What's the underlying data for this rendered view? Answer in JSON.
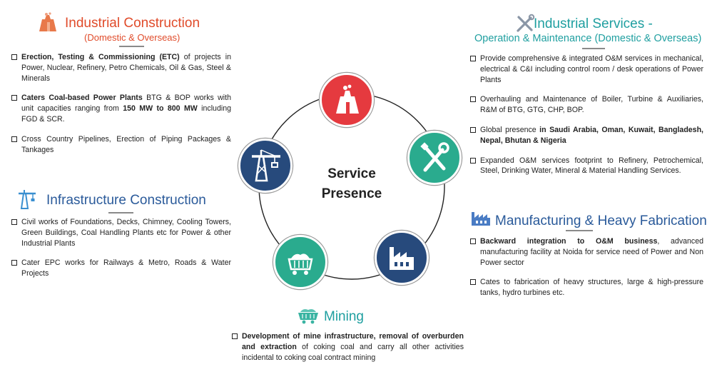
{
  "colors": {
    "orange": "#e04b2a",
    "teal": "#1f9fa0",
    "blue": "#2a5a9a",
    "red": "#e53a3f",
    "green": "#2aab8e",
    "navy": "#274a7c",
    "underline": "#8a8a8a"
  },
  "center": {
    "line1": "Service",
    "line2": "Presence"
  },
  "nodes": [
    {
      "icon": "power-plant-icon",
      "color": "#e53a3f"
    },
    {
      "icon": "tools-icon",
      "color": "#2aab8e"
    },
    {
      "icon": "factory-icon",
      "color": "#274a7c"
    },
    {
      "icon": "mine-cart-icon",
      "color": "#2aab8e"
    },
    {
      "icon": "crane-icon",
      "color": "#274a7c"
    }
  ],
  "industrial_construction": {
    "icon": "power-plant-icon",
    "title": "Industrial Construction",
    "subtitle": "(Domestic & Overseas)",
    "bullets": [
      [
        {
          "t": "Erection, Testing & Commissioning (ETC)",
          "b": true
        },
        {
          "t": " of projects in Power, Nuclear, Refinery, Petro Chemicals, Oil & Gas, Steel & Minerals"
        }
      ],
      [
        {
          "t": "Caters Coal-based Power Plants",
          "b": true
        },
        {
          "t": " BTG & BOP works with unit capacities ranging from "
        },
        {
          "t": "150 MW to 800 MW",
          "b": true
        },
        {
          "t": " including FGD & SCR."
        }
      ],
      [
        {
          "t": "Cross Country Pipelines, Erection of Piping Packages & Tankages"
        }
      ]
    ]
  },
  "infrastructure_construction": {
    "icon": "crane-icon",
    "title": "Infrastructure Construction",
    "bullets": [
      [
        {
          "t": "Civil works of Foundations, Decks, Chimney, Cooling Towers, Green Buildings, Coal Handling Plants etc for Power & other Industrial Plants"
        }
      ],
      [
        {
          "t": "Cater EPC works for Railways & Metro, Roads & Water Projects"
        }
      ]
    ]
  },
  "industrial_services": {
    "icon": "tools-icon",
    "title": "Industrial Services -",
    "subtitle": "Operation & Maintenance (Domestic & Overseas)",
    "bullets": [
      [
        {
          "t": "Provide comprehensive & integrated O&M services in mechanical, electrical & C&I including control room / desk operations of Power Plants"
        }
      ],
      [
        {
          "t": "Overhauling and Maintenance of Boiler, Turbine & Auxiliaries, R&M of BTG, GTG, CHP, BOP."
        }
      ],
      [
        {
          "t": "Global presence "
        },
        {
          "t": "in Saudi Arabia, Oman, Kuwait, Bangladesh, Nepal, Bhutan & Nigeria",
          "b": true
        }
      ],
      [
        {
          "t": "Expanded O&M services footprint to Refinery, Petrochemical, Steel, Drinking Water, Mineral & Material Handling Services."
        }
      ]
    ]
  },
  "manufacturing": {
    "icon": "factory-icon",
    "title": "Manufacturing &  Heavy Fabrication",
    "bullets": [
      [
        {
          "t": "Backward integration to O&M business",
          "b": true
        },
        {
          "t": ", advanced manufacturing facility at Noida for service need of Power and Non Power sector"
        }
      ],
      [
        {
          "t": "Cates to fabrication of heavy structures, large & high-pressure tanks, hydro turbines etc."
        }
      ]
    ]
  },
  "mining": {
    "icon": "mine-cart-icon",
    "title": "Mining",
    "bullets": [
      [
        {
          "t": "Development of mine infrastructure, removal of overburden and extraction",
          "b": true
        },
        {
          "t": " of coking coal and carry all other activities incidental to coking coal contract mining"
        }
      ]
    ]
  }
}
